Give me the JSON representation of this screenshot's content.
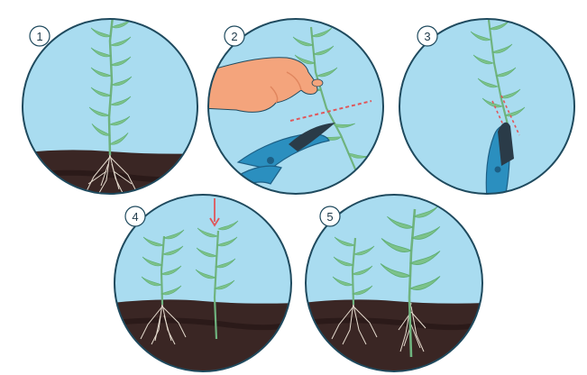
{
  "steps": [
    {
      "number": "1"
    },
    {
      "number": "2"
    },
    {
      "number": "3"
    },
    {
      "number": "4"
    },
    {
      "number": "5"
    }
  ],
  "colors": {
    "sky": "#a9dcf0",
    "soil": "#3a2624",
    "soil_dark": "#2b1a19",
    "outline": "#1f4a5e",
    "leaf": "#7cc28a",
    "leaf_mid": "#5fae72",
    "stem": "#6fb37e",
    "root": "#e6dccf",
    "hand": "#f4a47c",
    "hand_shadow": "#e0865e",
    "pruner_blue": "#2b8fbf",
    "pruner_dark": "#1d5f85",
    "blade": "#2a3b48",
    "cut_line": "#e0575b",
    "arrow": "#e0575b"
  },
  "icons": [
    "plant",
    "hand",
    "pruning-shears-icon",
    "down-arrow-icon",
    "cutting-line"
  ]
}
